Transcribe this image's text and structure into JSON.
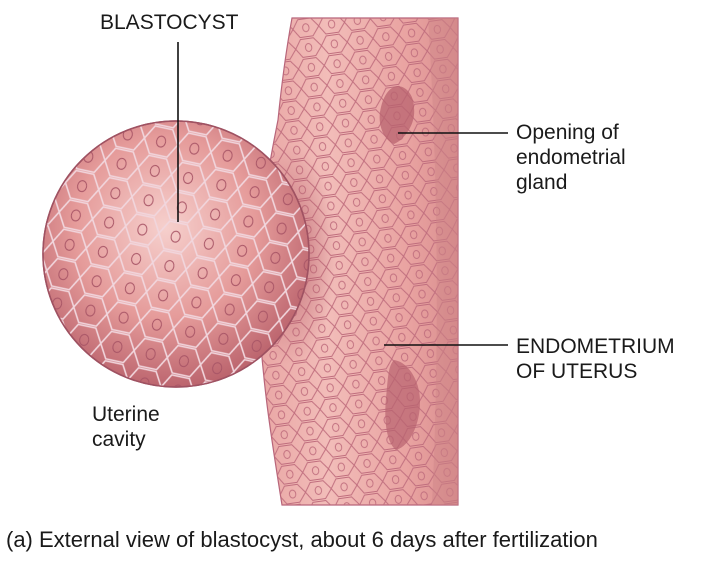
{
  "labels": {
    "blastocyst": "BLASTOCYST",
    "opening": [
      "Opening of",
      "endometrial",
      "gland"
    ],
    "endometrium": [
      "ENDOMETRIUM",
      "OF UTERUS"
    ],
    "uterine_cavity": [
      "Uterine",
      "cavity"
    ]
  },
  "caption": "(a) External view of blastocyst, about 6 days after fertilization",
  "colors": {
    "tissue_light": "#f0b9b6",
    "tissue_base": "#e49a98",
    "tissue_dark": "#c96f74",
    "cell_outline": "#b8657a",
    "leader_line": "#111111"
  }
}
